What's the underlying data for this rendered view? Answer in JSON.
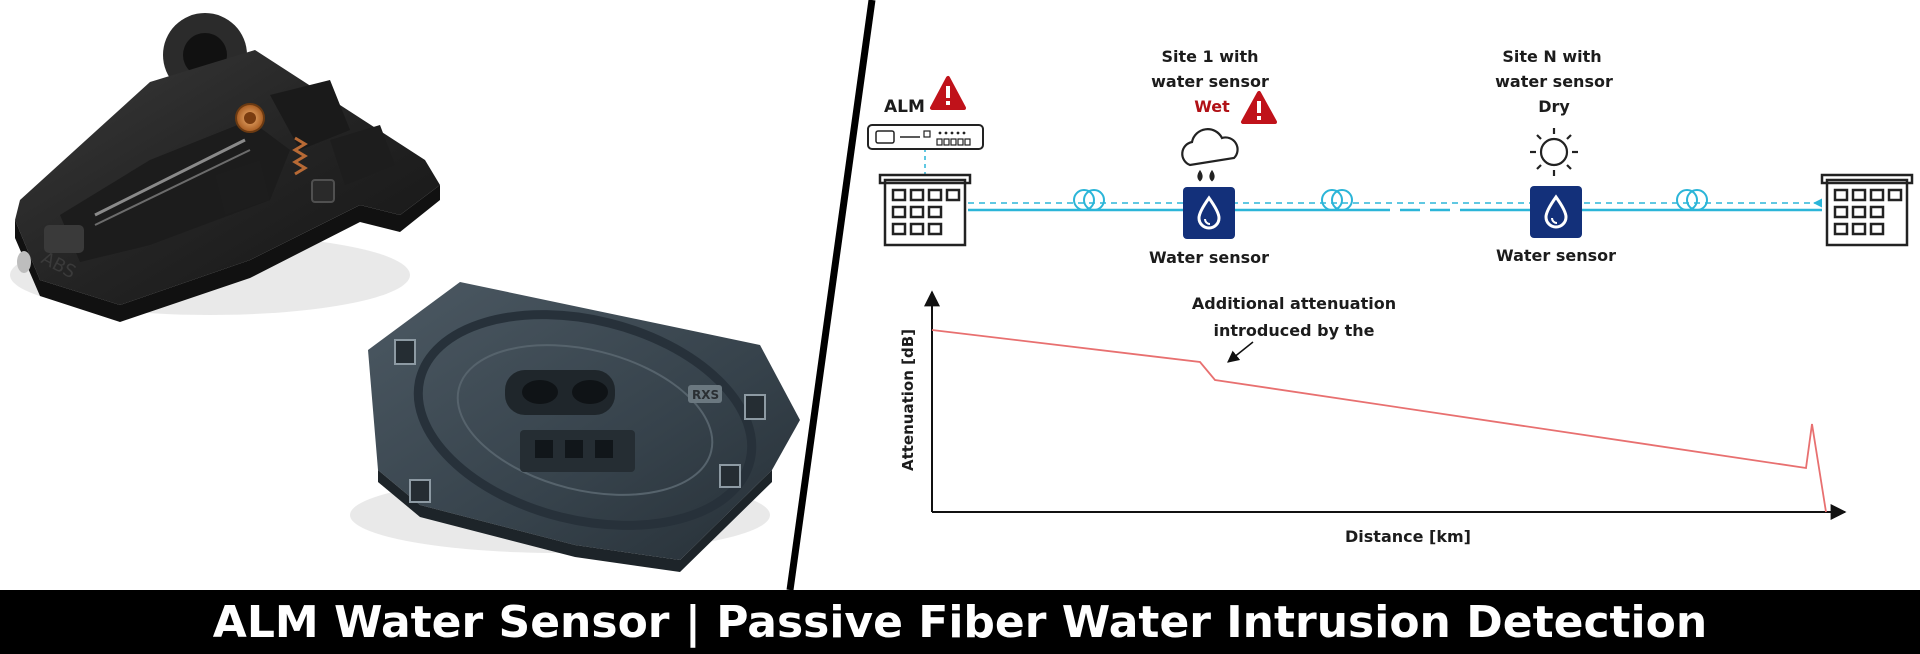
{
  "diagram": {
    "alm": {
      "label": "ALM"
    },
    "site1": {
      "title_line1": "Site 1 with",
      "title_line2": "water sensor",
      "state": "Wet",
      "sensor_label": "Water sensor"
    },
    "siteN": {
      "title_line1": "Site N with",
      "title_line2": "water sensor",
      "state": "Dry",
      "sensor_label": "Water sensor"
    },
    "chart": {
      "ylabel": "Attenuation [dB]",
      "xlabel": "Distance [km]",
      "annotation_line1": "Additional attenuation",
      "annotation_line2": "introduced by the"
    }
  },
  "caption": {
    "text": "ALM Water Sensor | Passive Fiber Water Intrusion Detection"
  },
  "colors": {
    "fiber": "#2bb5d8",
    "sensor_box": "#13307a",
    "warning": "#c0121a",
    "wet_text": "#b11217",
    "trace": "#e87070",
    "divider": "#000000",
    "caption_bg": "#000000"
  },
  "icons": [
    "warning-triangle-icon",
    "rain-cloud-icon",
    "sun-icon",
    "water-drop-icon",
    "building-icon",
    "fiber-coil-icon",
    "alm-device-icon"
  ]
}
